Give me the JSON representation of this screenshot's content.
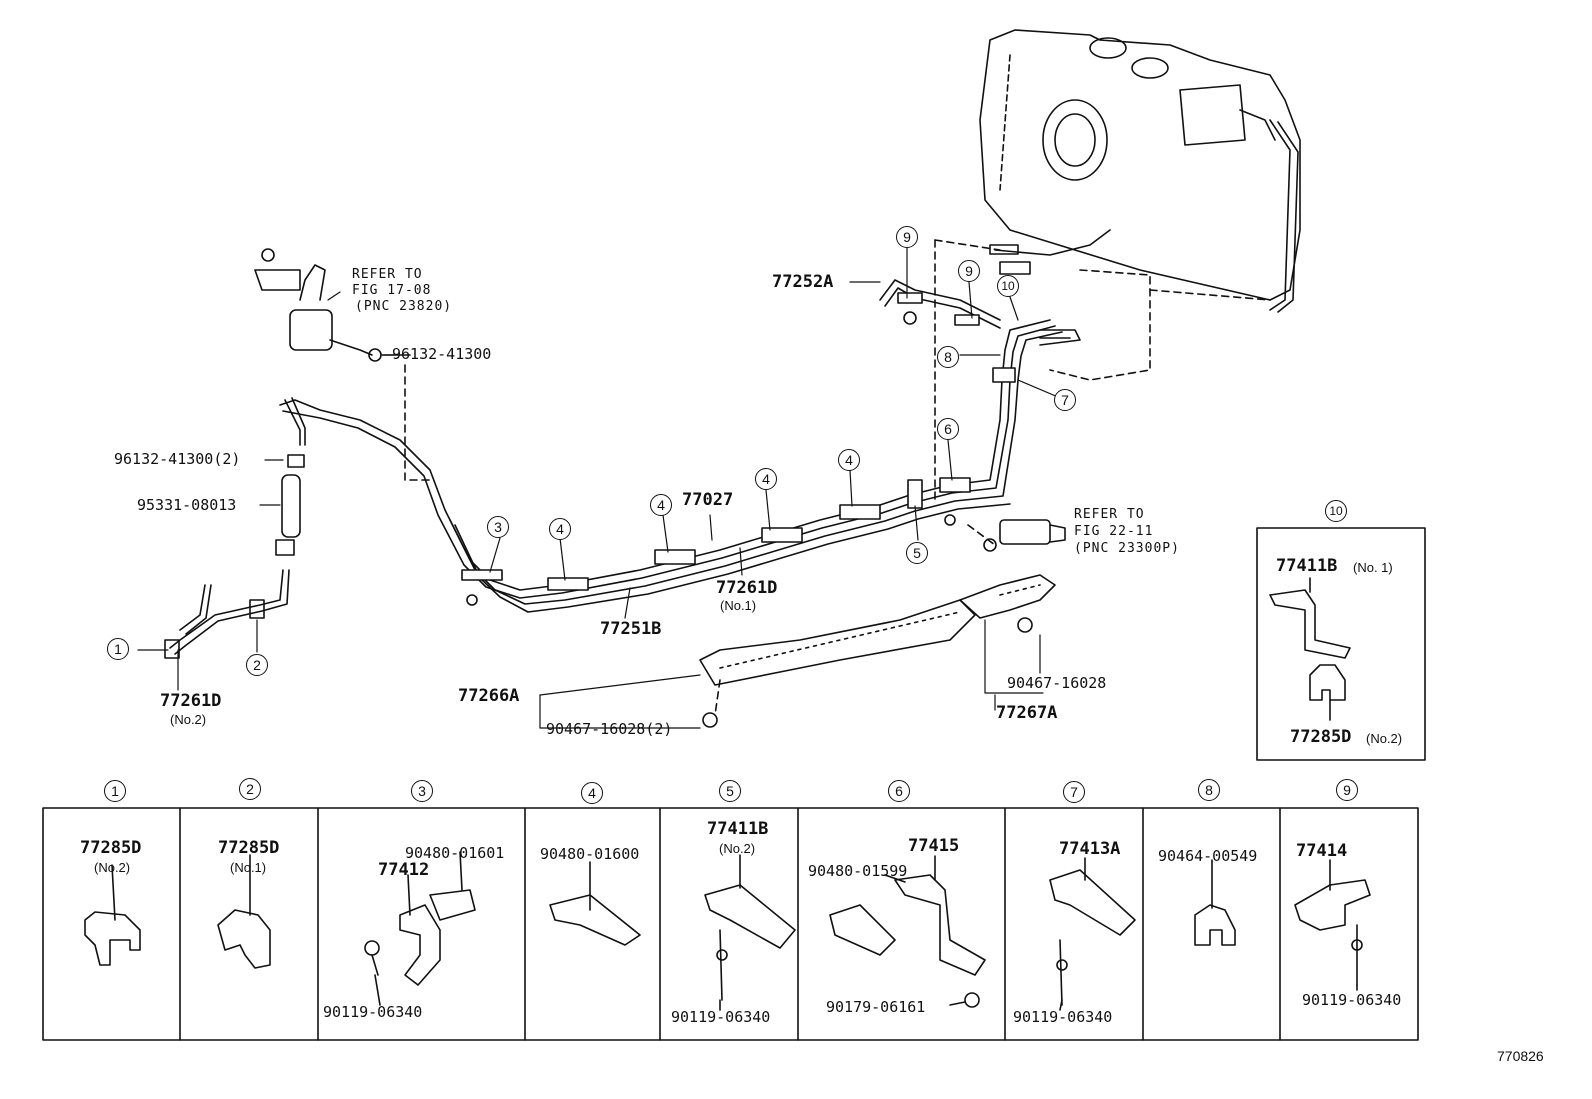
{
  "callouts": {
    "c1": "1",
    "c2": "2",
    "c3": "3",
    "c4": "4",
    "c5": "5",
    "c6": "6",
    "c7": "7",
    "c8": "8",
    "c9": "9",
    "c10": "10"
  },
  "labels": {
    "p77252A": "77252A",
    "p96132_41300": "96132-41300",
    "p96132_41300_2": "96132-41300(2)",
    "p95331_08013": "95331-08013",
    "p77261D_no2": "77261D",
    "no2_a": "(No.2)",
    "p77027": "77027",
    "p77261D_no1": "77261D",
    "no1_a": "(No.1)",
    "p77251B": "77251B",
    "p77266A": "77266A",
    "p90467_16028_2": "90467-16028(2)",
    "p90467_16028": "90467-16028",
    "p77267A": "77267A",
    "p77411B_no1": "77411B",
    "no1_b": "(No. 1)",
    "p77285D_no2_box": "77285D",
    "no2_b": "(No.2)",
    "code": "770826"
  },
  "refer_a": {
    "line1": "REFER TO",
    "line2": "FIG 17-08",
    "line3": "(PNC 23820)"
  },
  "refer_b": {
    "line1": "REFER TO",
    "line2": "FIG 22-11",
    "line3": "(PNC 23300P)"
  },
  "table": {
    "cells": [
      {
        "num": "1",
        "parts": [
          "77285D",
          "(No.2)"
        ]
      },
      {
        "num": "2",
        "parts": [
          "77285D",
          "(No.1)"
        ]
      },
      {
        "num": "3",
        "parts": [
          "90480-01601",
          "77412",
          "90119-06340"
        ]
      },
      {
        "num": "4",
        "parts": [
          "90480-01600"
        ]
      },
      {
        "num": "5",
        "parts": [
          "77411B",
          "(No.2)",
          "90119-06340"
        ]
      },
      {
        "num": "6",
        "parts": [
          "90480-01599",
          "77415",
          "90179-06161"
        ]
      },
      {
        "num": "7",
        "parts": [
          "77413A",
          "90119-06340"
        ]
      },
      {
        "num": "8",
        "parts": [
          "90464-00549"
        ]
      },
      {
        "num": "9",
        "parts": [
          "77414",
          "90119-06340"
        ]
      }
    ]
  }
}
